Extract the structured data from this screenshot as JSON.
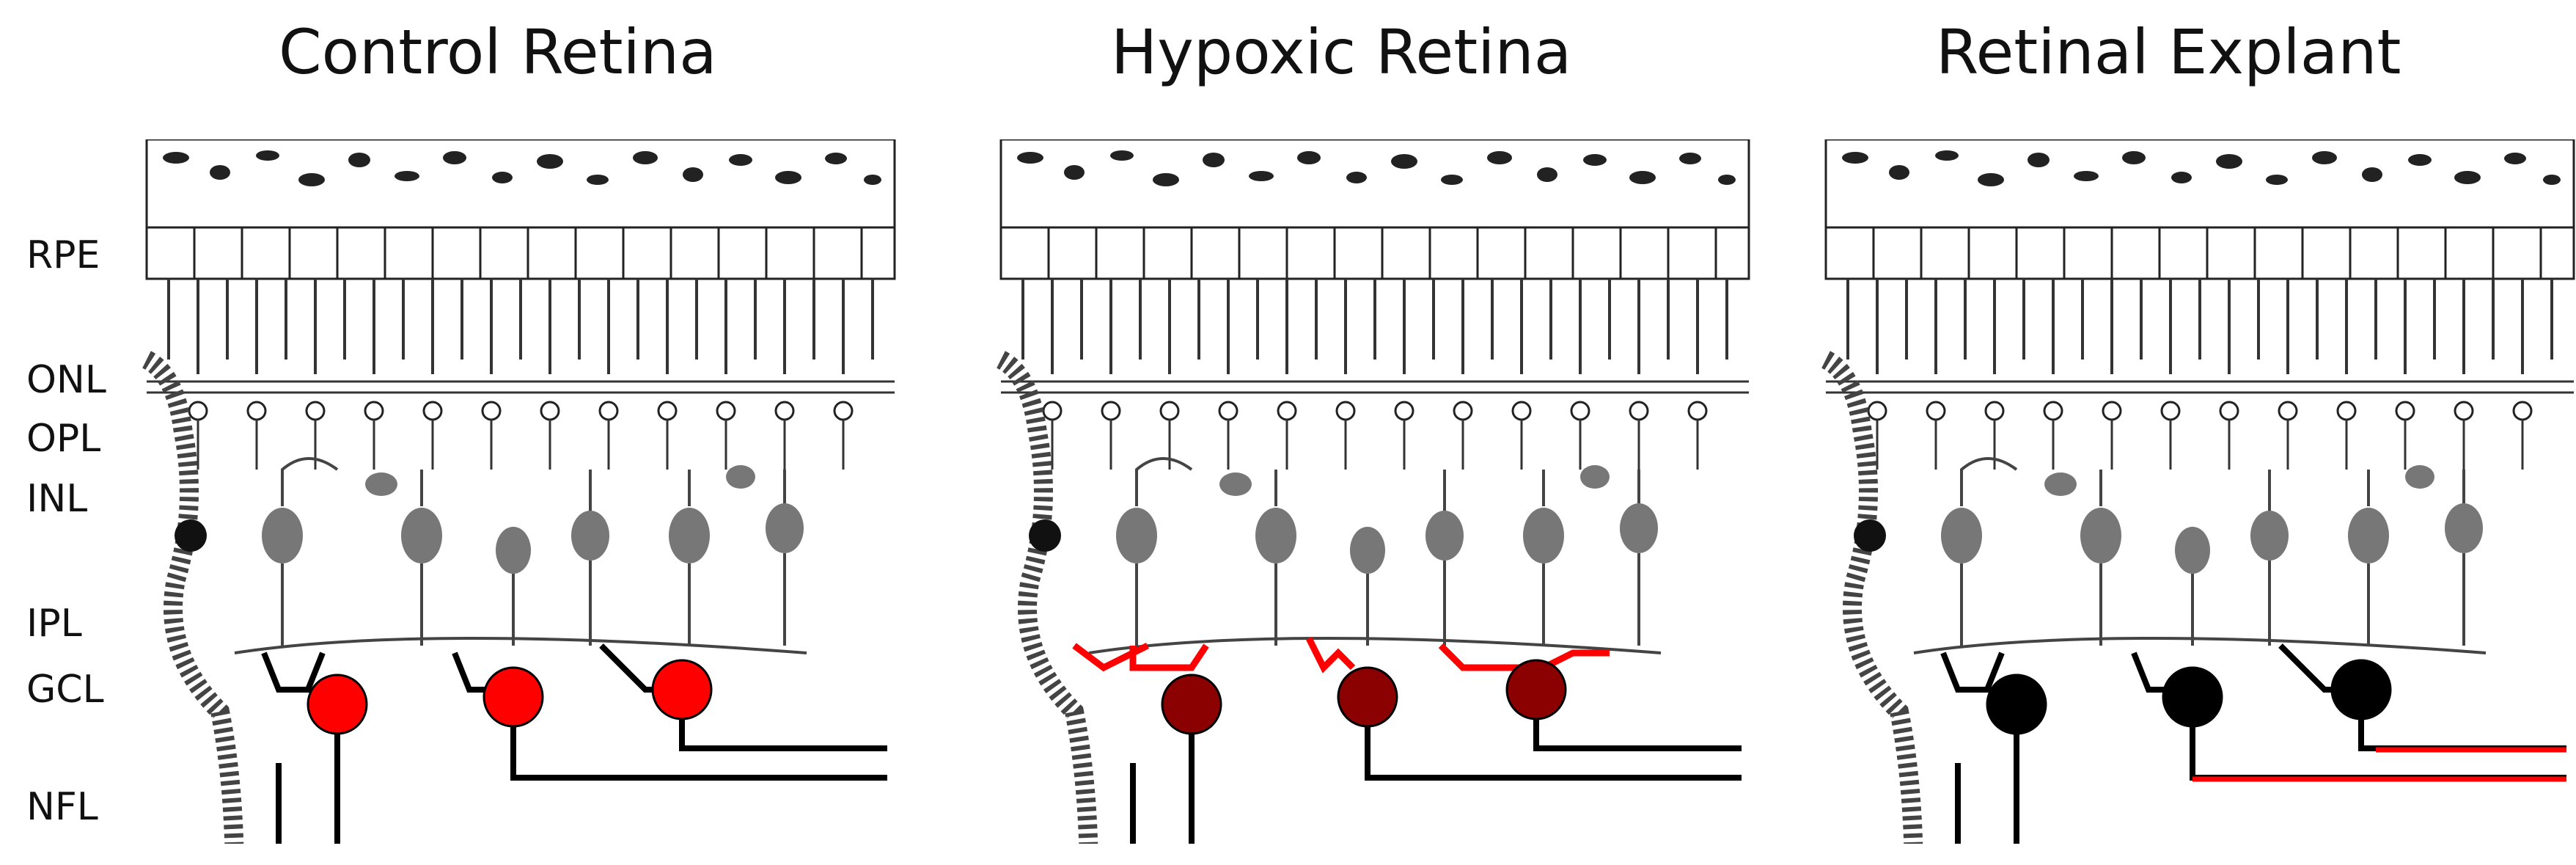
{
  "panels": [
    {
      "title": "Control Retina",
      "soma_color": "#ff0000",
      "dendrite_color": "#000000",
      "axon_highlight": null
    },
    {
      "title": "Hypoxic Retina",
      "soma_color": "#8b0000",
      "dendrite_color": "#ff0000",
      "axon_highlight": null
    },
    {
      "title": "Retinal Explant",
      "soma_color": "#000000",
      "dendrite_color": "#000000",
      "axon_highlight": "#ff0000"
    }
  ],
  "layer_labels": [
    "RPE",
    "ONL",
    "OPL",
    "INL",
    "IPL",
    "GCL",
    "NFL"
  ]
}
